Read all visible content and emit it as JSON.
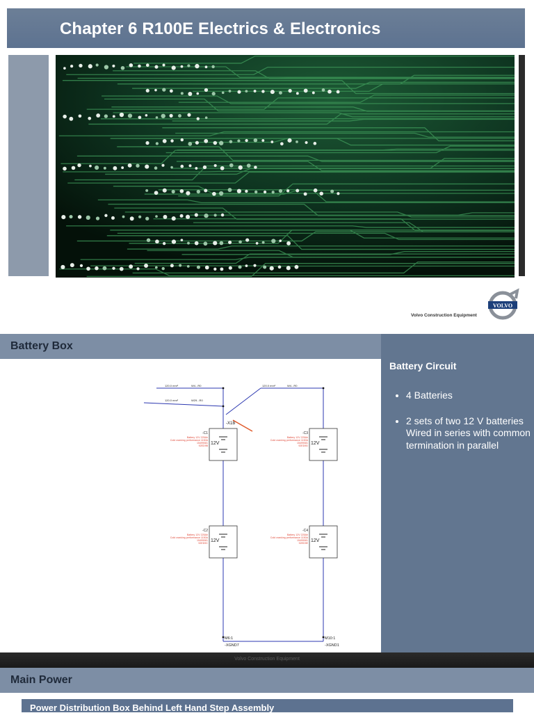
{
  "slide1": {
    "title": "Chapter 6 R100E Electrics & Electronics",
    "brand": "Volvo Construction Equipment",
    "logo_text": "VOLVO"
  },
  "slide2": {
    "header": "Battery Box",
    "side_title": "Battery Circuit",
    "bullets": [
      "4 Batteries",
      "2 sets of  two 12 V batteries Wired in series with common termination in parallel"
    ],
    "footer": "Volvo Construction Equipment",
    "schematic": {
      "batteries": [
        {
          "id": "-C1",
          "voltage": "12V",
          "desc": "Battery 12V 225Ah",
          "desc2": "Cold cranking performance 1150A",
          "code1": "15499081",
          "code2": "92ED9B"
        },
        {
          "id": "-C3",
          "voltage": "12V",
          "desc": "Battery 12V 225Ah",
          "desc2": "Cold cranking performance 1150A",
          "code1": "15499081",
          "code2": "92ED9D"
        },
        {
          "id": "-C2",
          "voltage": "12V",
          "desc": "Battery 12V 225Ah",
          "desc2": "Cold cranking performance 1150A",
          "code1": "15499081",
          "code2": "92ED9C"
        },
        {
          "id": "-C4",
          "voltage": "12V",
          "desc": "Battery 12V 225Ah",
          "desc2": "Cold cranking performance 1150A",
          "code1": "15499081",
          "code2": "92ED9E"
        }
      ],
      "wire_labels": [
        "120.0 mm²",
        "W4...R0",
        "120.0 mm²",
        "W4...R0",
        "120.0 mm²",
        "W29...R0"
      ],
      "connector": "-X1B",
      "grounds": [
        "M6:1",
        "-XGND7",
        "M10:1",
        "-XGND1"
      ]
    }
  },
  "slide3": {
    "header": "Main Power",
    "subtitle": "Power Distribution Box Behind Left Hand Step Assembly"
  }
}
